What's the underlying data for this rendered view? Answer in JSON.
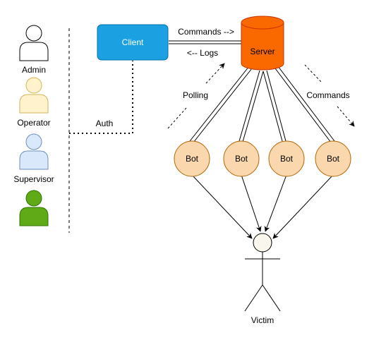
{
  "roles": [
    {
      "label": "Admin",
      "fill": "#ffffff",
      "stroke": "#000000"
    },
    {
      "label": "Operator",
      "fill": "#fff2cc",
      "stroke": "#d6b656"
    },
    {
      "label": "Supervisor",
      "fill": "#dae8fc",
      "stroke": "#6c8ebf"
    },
    {
      "label": "",
      "fill": "#60a917",
      "stroke": "#2d7600"
    }
  ],
  "client": {
    "label": "Client",
    "fill": "#1ba1e2",
    "stroke": "#006eaf"
  },
  "server": {
    "label": "Server",
    "fill": "#fa6800",
    "stroke": "#c73500"
  },
  "bots": {
    "label": "Bot",
    "count": 4,
    "fill": "#fad7ac",
    "stroke": "#b46504"
  },
  "victim": {
    "label": "Victim"
  },
  "edge_labels": {
    "commands_to_server": "Commands -->",
    "logs": "<-- Logs",
    "polling": "Polling",
    "commands": "Commands",
    "auth": "Auth"
  }
}
